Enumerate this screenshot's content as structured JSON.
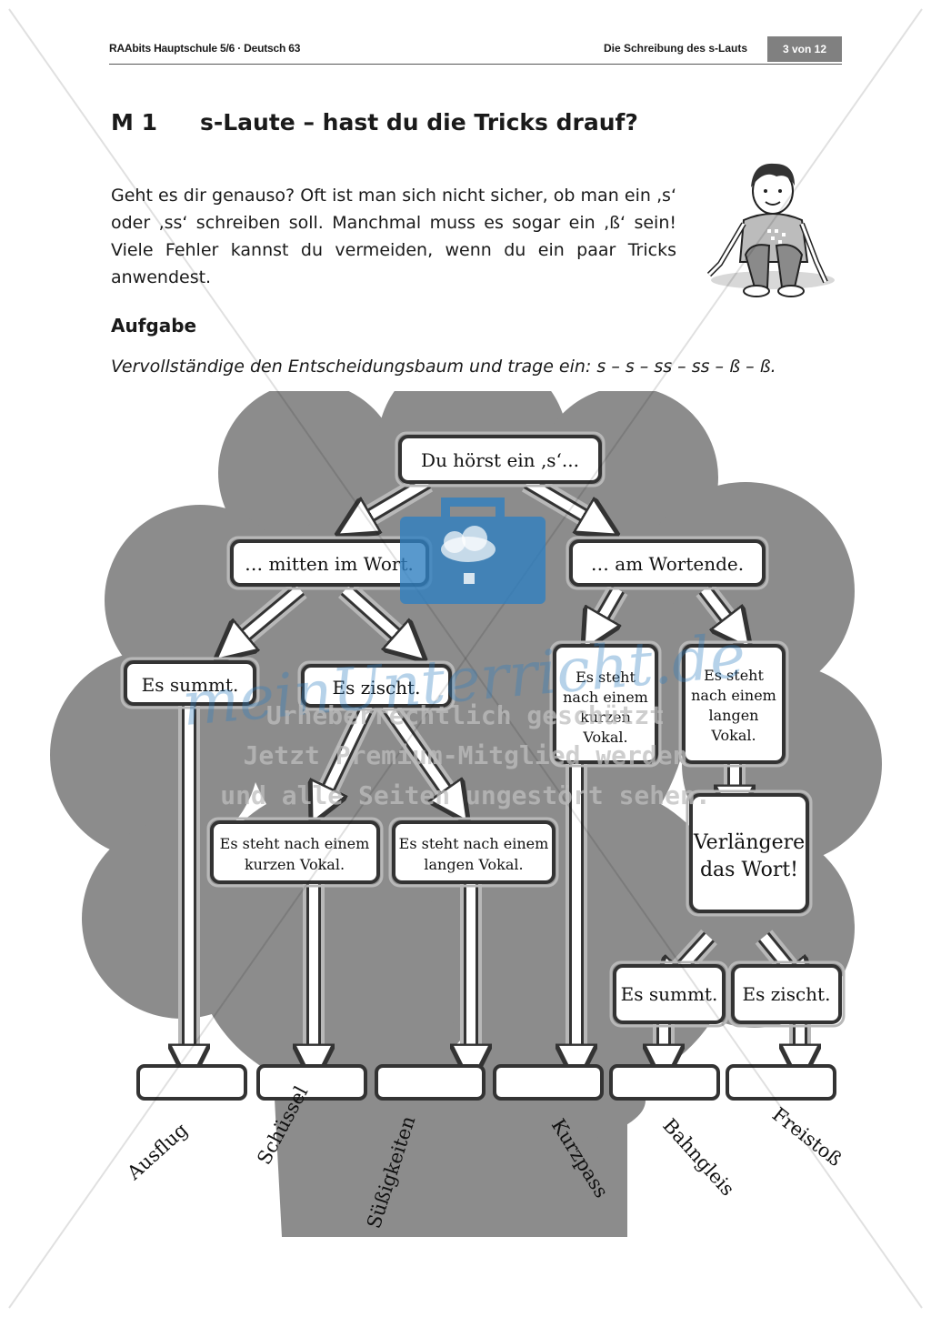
{
  "header": {
    "left": "RAAbits Hauptschule 5/6 · Deutsch 63",
    "right": "Die Schreibung des s-Lauts",
    "page": "3 von 12"
  },
  "title": {
    "code": "M 1",
    "text": "s-Laute – hast du die Tricks drauf?"
  },
  "intro": "Geht es dir genauso? Oft ist man sich nicht sicher, ob man ein ‚s‘ oder ‚ss‘ schreiben soll. Manchmal muss es sogar ein ‚ß‘ sein! Viele Fehler kannst du vermeiden, wenn du ein paar Tricks anwendest.",
  "task": {
    "heading": "Aufgabe",
    "instruction": "Vervollständige den Entscheidungsbaum und trage ein: s – s – ss – ss – ß – ß."
  },
  "tree": {
    "root": "Du hörst ein ‚s‘...",
    "middle": "… mitten im Wort.",
    "end": "… am Wortende.",
    "summt": "Es summt.",
    "zischt": "Es zischt.",
    "end_short": [
      "Es steht",
      "nach einem",
      "kurzen",
      "Vokal."
    ],
    "end_long": [
      "Es steht",
      "nach einem",
      "langen",
      "Vokal."
    ],
    "mid_short": [
      "Es steht nach einem",
      "kurzen Vokal."
    ],
    "mid_long": [
      "Es steht nach einem",
      "langen Vokal."
    ],
    "lengthen": [
      "Verlängere",
      "das Wort!"
    ],
    "summt2": "Es summt.",
    "zischt2": "Es zischt.",
    "words": [
      "Ausflug",
      "Schüssel",
      "Süßigkeiten",
      "Kurzpass",
      "Bahngleis",
      "Freistoß"
    ]
  },
  "watermark": {
    "brand": "meinUnterricht.de",
    "line1": "Urheberrechtlich geschützt",
    "line2": "Jetzt Premium-Mitglied werden",
    "line3": "und alle Seiten ungestört sehen."
  }
}
